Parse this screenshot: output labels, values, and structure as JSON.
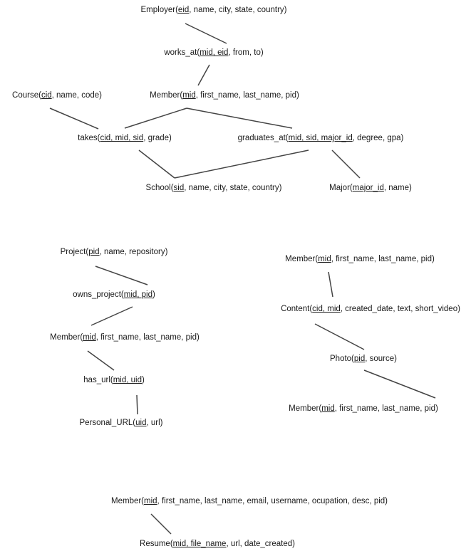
{
  "nodes": [
    {
      "id": "employer",
      "tokens": [
        {
          "t": "Employer("
        },
        {
          "t": "eid",
          "u": true
        },
        {
          "t": ", name, city, state, country)"
        }
      ]
    },
    {
      "id": "works_at",
      "tokens": [
        {
          "t": "works_at("
        },
        {
          "t": "mid, eid",
          "u": true
        },
        {
          "t": ", from, to)"
        }
      ]
    },
    {
      "id": "course",
      "tokens": [
        {
          "t": "Course("
        },
        {
          "t": "cid",
          "u": true
        },
        {
          "t": ", name, code)"
        }
      ]
    },
    {
      "id": "member_1",
      "tokens": [
        {
          "t": "Member("
        },
        {
          "t": "mid",
          "u": true
        },
        {
          "t": ", first_name, last_name, pid)"
        }
      ]
    },
    {
      "id": "takes",
      "tokens": [
        {
          "t": "takes("
        },
        {
          "t": "cid, mid, sid",
          "u": true
        },
        {
          "t": ", grade)"
        }
      ]
    },
    {
      "id": "graduates_at",
      "tokens": [
        {
          "t": "graduates_at("
        },
        {
          "t": "mid, sid, major_id",
          "u": true
        },
        {
          "t": ", degree, gpa)"
        }
      ]
    },
    {
      "id": "school",
      "tokens": [
        {
          "t": "School("
        },
        {
          "t": "sid",
          "u": true
        },
        {
          "t": ", name, city, state, country)"
        }
      ]
    },
    {
      "id": "major",
      "tokens": [
        {
          "t": "Major("
        },
        {
          "t": "major_id",
          "u": true
        },
        {
          "t": ", name)"
        }
      ]
    },
    {
      "id": "project",
      "tokens": [
        {
          "t": "Project("
        },
        {
          "t": "pid",
          "u": true
        },
        {
          "t": ", name, repository)"
        }
      ]
    },
    {
      "id": "owns_project",
      "tokens": [
        {
          "t": "owns_project("
        },
        {
          "t": "mid, pid",
          "u": true
        },
        {
          "t": ")"
        }
      ]
    },
    {
      "id": "member_2",
      "tokens": [
        {
          "t": "Member("
        },
        {
          "t": "mid",
          "u": true
        },
        {
          "t": ", first_name, last_name, pid)"
        }
      ]
    },
    {
      "id": "has_url",
      "tokens": [
        {
          "t": "has_url("
        },
        {
          "t": "mid, uid",
          "u": true
        },
        {
          "t": ")"
        }
      ]
    },
    {
      "id": "personal_url",
      "tokens": [
        {
          "t": "Personal_URL("
        },
        {
          "t": "uid",
          "u": true
        },
        {
          "t": ", url)"
        }
      ]
    },
    {
      "id": "member_3",
      "tokens": [
        {
          "t": "Member("
        },
        {
          "t": "mid",
          "u": true
        },
        {
          "t": ", first_name, last_name, pid)"
        }
      ]
    },
    {
      "id": "content",
      "tokens": [
        {
          "t": "Content("
        },
        {
          "t": "cid, mid",
          "u": true
        },
        {
          "t": ", created_date, text, short_video)"
        }
      ]
    },
    {
      "id": "photo",
      "tokens": [
        {
          "t": "Photo("
        },
        {
          "t": "pid",
          "u": true
        },
        {
          "t": ", source)"
        }
      ]
    },
    {
      "id": "member_4",
      "tokens": [
        {
          "t": "Member("
        },
        {
          "t": "mid",
          "u": true
        },
        {
          "t": ", first_name, last_name, pid)"
        }
      ]
    },
    {
      "id": "member_5",
      "tokens": [
        {
          "t": "Member("
        },
        {
          "t": "mid",
          "u": true
        },
        {
          "t": ", first_name, last_name, email, username, ocupation, desc, pid)"
        }
      ]
    },
    {
      "id": "resume",
      "tokens": [
        {
          "t": "Resume("
        },
        {
          "t": "mid, file_name",
          "u": true
        },
        {
          "t": ", url, date_created)"
        }
      ]
    }
  ],
  "edges": [
    {
      "from": "employer",
      "to": "works_at"
    },
    {
      "from": "works_at",
      "to": "member_1"
    },
    {
      "from": "course",
      "to": "takes"
    },
    {
      "from": "member_1",
      "to": "takes"
    },
    {
      "from": "member_1",
      "to": "graduates_at"
    },
    {
      "from": "takes",
      "to": "school"
    },
    {
      "from": "graduates_at",
      "to": "school"
    },
    {
      "from": "graduates_at",
      "to": "major"
    },
    {
      "from": "project",
      "to": "owns_project"
    },
    {
      "from": "owns_project",
      "to": "member_2"
    },
    {
      "from": "member_2",
      "to": "has_url"
    },
    {
      "from": "has_url",
      "to": "personal_url"
    },
    {
      "from": "member_3",
      "to": "content"
    },
    {
      "from": "content",
      "to": "photo"
    },
    {
      "from": "photo",
      "to": "member_4"
    },
    {
      "from": "member_5",
      "to": "resume"
    }
  ],
  "colors": {
    "text": "#1a1a1a",
    "line": "#444444",
    "background": "#ffffff"
  }
}
